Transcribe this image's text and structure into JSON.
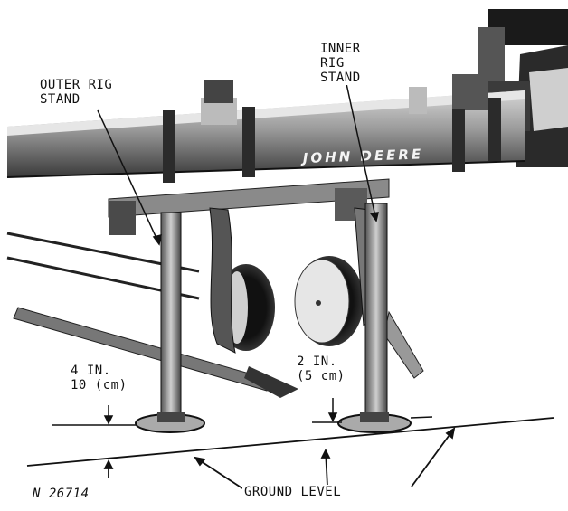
{
  "figure": {
    "labels": {
      "outer_rig_stand_line1": "OUTER RIG",
      "outer_rig_stand_line2": "STAND",
      "inner_rig_stand_line1": "INNER",
      "inner_rig_stand_line2": "RIG",
      "inner_rig_stand_line3": "STAND",
      "outer_height_line1": "4 IN.",
      "outer_height_line2": "10 (cm)",
      "inner_height_line1": "2 IN.",
      "inner_height_line2": "(5 cm)",
      "ground_level": "GROUND LEVEL",
      "figure_number": "N 26714"
    },
    "toolbar_brand": "JOHN DEERE"
  }
}
